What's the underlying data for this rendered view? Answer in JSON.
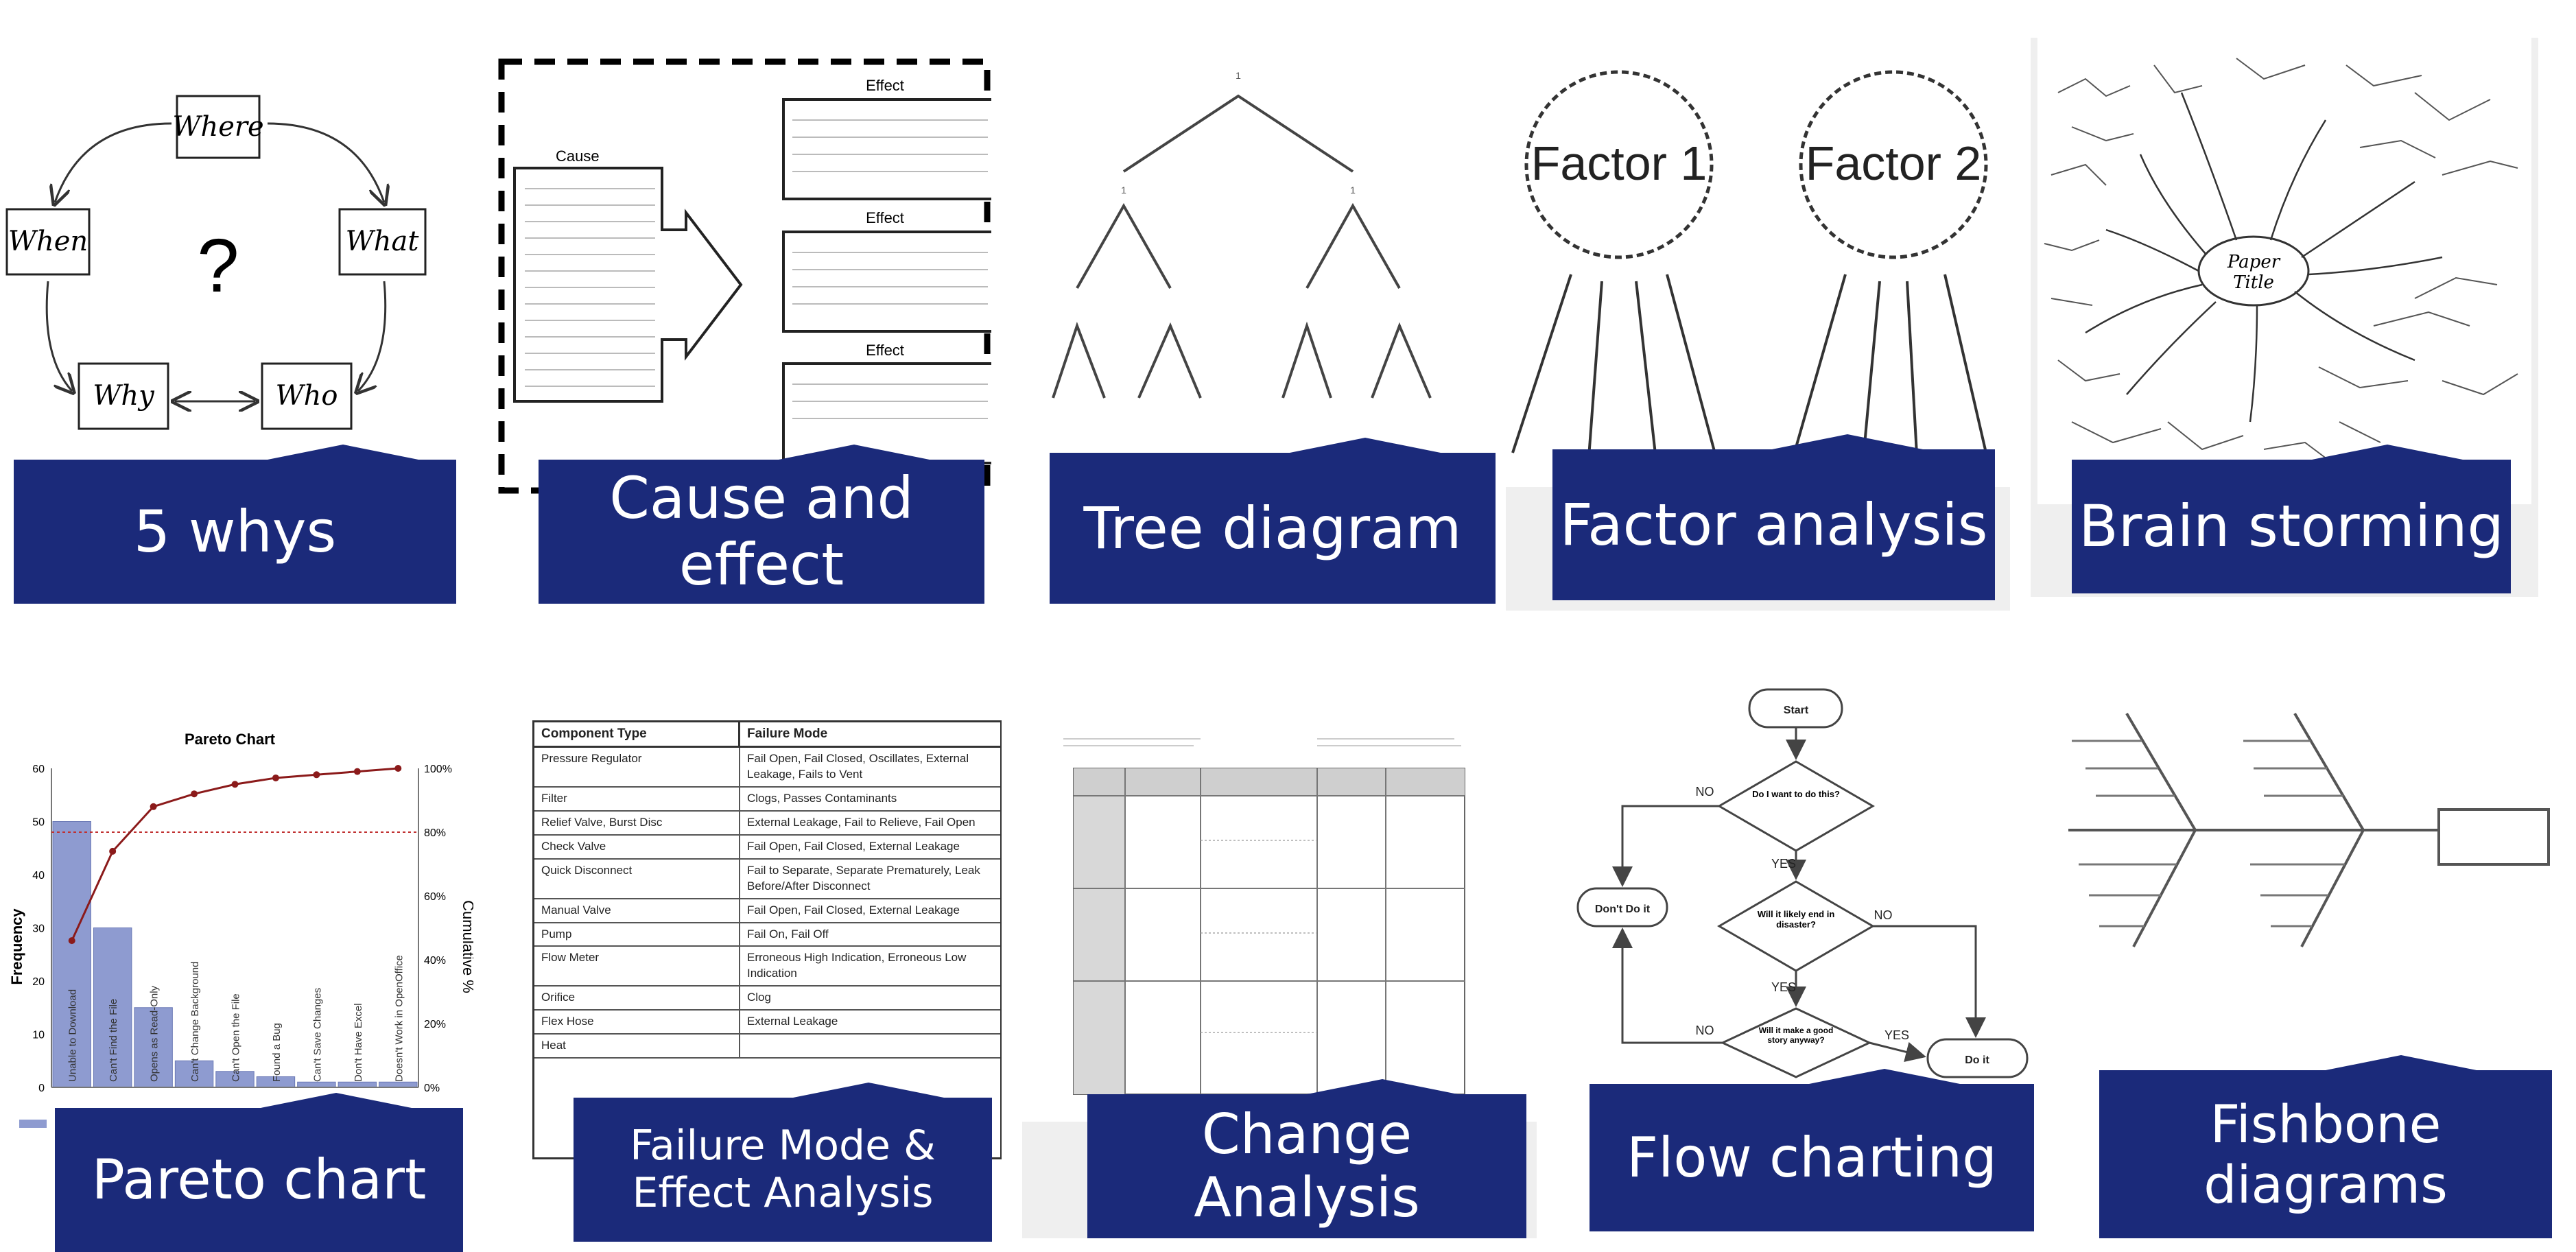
{
  "tiles": [
    {
      "label": "5 whys"
    },
    {
      "label": "Cause and effect"
    },
    {
      "label": "Tree diagram"
    },
    {
      "label": "Factor analysis"
    },
    {
      "label": "Brain storming"
    },
    {
      "label": "Pareto chart"
    },
    {
      "label": "Failure Mode & Effect Analysis"
    },
    {
      "label": "Change Analysis"
    },
    {
      "label": "Flow charting"
    },
    {
      "label": "Fishbone diagrams"
    }
  ],
  "five_whys": {
    "nodes": [
      "Where",
      "When",
      "What",
      "Why",
      "Who"
    ],
    "center": "?"
  },
  "cause_effect": {
    "cause": "Cause",
    "effect": "Effect"
  },
  "factor": {
    "f1": "Factor 1",
    "f2": "Factor 2"
  },
  "brainstorm": {
    "center_line1": "Paper",
    "center_line2": "Title"
  },
  "pareto": {
    "title": "Pareto Chart",
    "ylabel": "Frequency",
    "y2label": "Cumulative %",
    "yticks": [
      "0",
      "10",
      "20",
      "30",
      "40",
      "50",
      "60"
    ],
    "y2ticks": [
      "0%",
      "20%",
      "40%",
      "60%",
      "80%",
      "100%"
    ]
  },
  "fmea": {
    "headers": [
      "Component Type",
      "Failure Mode"
    ],
    "rows": [
      [
        "Pressure Regulator",
        "Fail Open, Fail Closed, Oscillates, External Leakage, Fails to Vent"
      ],
      [
        "Filter",
        "Clogs, Passes Contaminants"
      ],
      [
        "Relief Valve, Burst Disc",
        "External Leakage, Fail to Relieve, Fail Open"
      ],
      [
        "Check  Valve",
        "Fail Open, Fail Closed, External Leakage"
      ],
      [
        "Quick Disconnect",
        "Fail to Separate, Separate Prematurely, Leak Before/After Disconnect"
      ],
      [
        "Manual Valve",
        "Fail Open, Fail Closed, External Leakage"
      ],
      [
        "Pump",
        "Fail On, Fail Off"
      ],
      [
        "Flow Meter",
        "Erroneous High Indication, Erroneous Low Indication"
      ],
      [
        "Orifice",
        "Clog"
      ],
      [
        "Flex Hose",
        "External Leakage"
      ],
      [
        "Heat",
        ""
      ]
    ]
  },
  "flow": {
    "start": "Start",
    "q1": "Do I want to do this?",
    "q2": "Will it likely end in disaster?",
    "q3": "Will it make a good story anyway?",
    "dont": "Don't Do it",
    "doit": "Do it",
    "yes": "YES",
    "no": "NO"
  },
  "chart_data": {
    "type": "bar",
    "title": "Pareto Chart",
    "ylabel": "Frequency",
    "y2label": "Cumulative %",
    "categories": [
      "Unable to Download",
      "Can't Find the File",
      "Opens as Read-Only",
      "Can't Change Background",
      "Can't Open the File",
      "Found a Bug",
      "Can't Save Changes",
      "Don't Have Excel",
      "Doesn't Work in OpenOffice"
    ],
    "values": [
      50,
      30,
      15,
      5,
      3,
      2,
      1,
      1,
      1
    ],
    "series": [
      {
        "name": "Frequency",
        "values": [
          50,
          30,
          15,
          5,
          3,
          2,
          1,
          1,
          1
        ]
      },
      {
        "name": "Cumulative %",
        "values": [
          46,
          74,
          88,
          92,
          95,
          97,
          98,
          99,
          100
        ]
      }
    ],
    "ylim": [
      0,
      60
    ],
    "y2lim": [
      0,
      100
    ],
    "reference_line": 80
  }
}
